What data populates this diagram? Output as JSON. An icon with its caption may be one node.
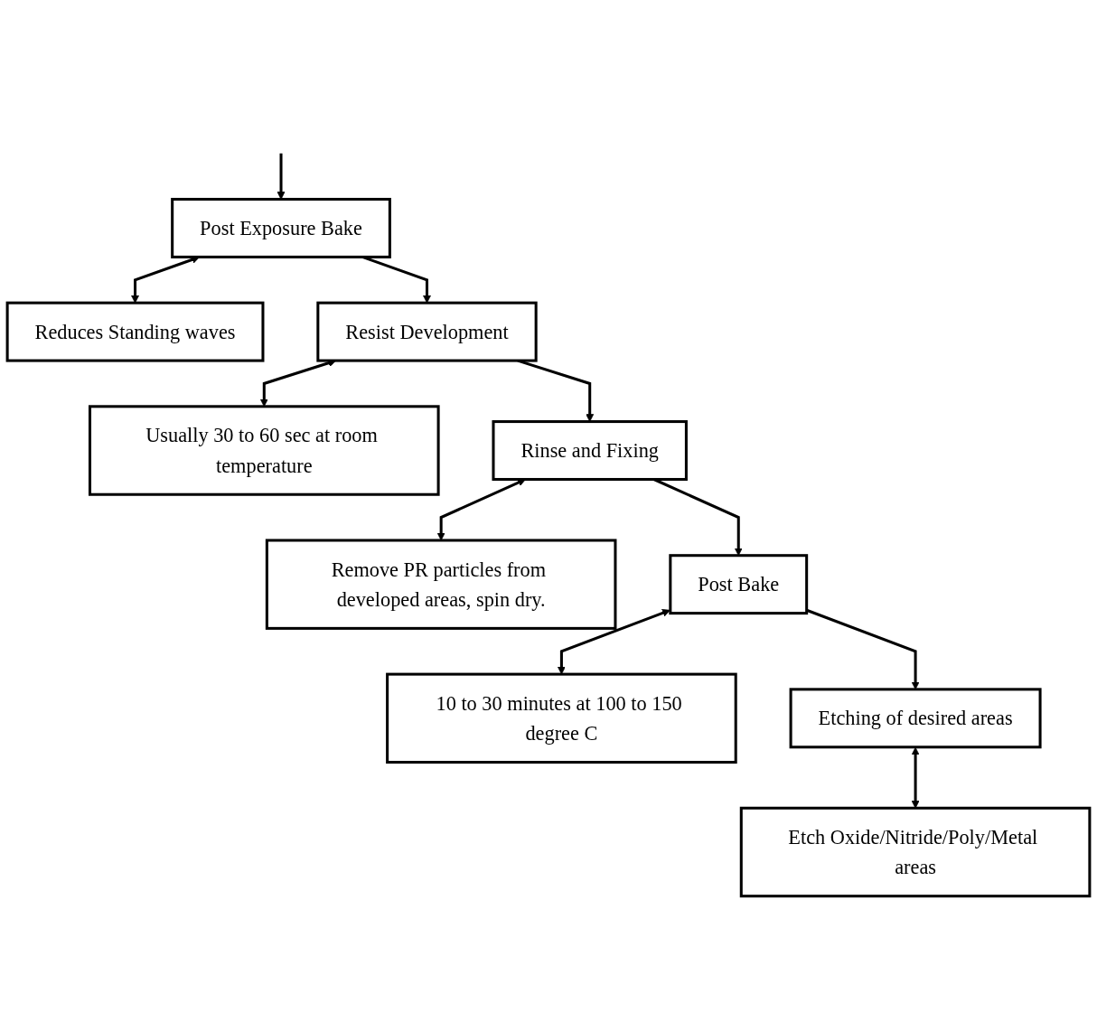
{
  "diagram": {
    "nodes": [
      {
        "text": [
          "Post Exposure Bake"
        ]
      },
      {
        "text": [
          "Reduces Standing waves"
        ]
      },
      {
        "text": [
          "Resist Development"
        ]
      },
      {
        "text": [
          "Usually 30 to 60 sec at room temperature"
        ]
      },
      {
        "text": [
          "Rinse and Fixing"
        ]
      },
      {
        "text": [
          "Remove PR particles from developed areas, spin dry."
        ]
      },
      {
        "text": [
          "Post Bake"
        ]
      },
      {
        "text": [
          "10 to 30 minutes at 100 to 150 degree C"
        ]
      },
      {
        "text": [
          "Etching of desired areas"
        ]
      },
      {
        "text": [
          "Etch Oxide/Nitride/Poly/Metal areas"
        ]
      }
    ],
    "edges": [
      {
        "from": null,
        "to": 0,
        "arrow": "to"
      },
      {
        "from": 0,
        "to": 1,
        "arrow": "both"
      },
      {
        "from": 0,
        "to": 2,
        "arrow": "to"
      },
      {
        "from": 2,
        "to": 3,
        "arrow": "both"
      },
      {
        "from": 2,
        "to": 4,
        "arrow": "to"
      },
      {
        "from": 4,
        "to": 5,
        "arrow": "both"
      },
      {
        "from": 4,
        "to": 6,
        "arrow": "to"
      },
      {
        "from": 6,
        "to": 7,
        "arrow": "both"
      },
      {
        "from": 6,
        "to": 8,
        "arrow": "to"
      },
      {
        "from": 8,
        "to": 9,
        "arrow": "both"
      }
    ]
  }
}
